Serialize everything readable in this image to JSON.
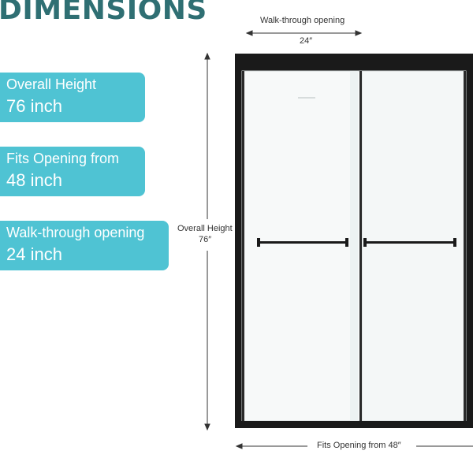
{
  "title": "DIMENSIONS",
  "badges": [
    {
      "label": "Overall Height",
      "value": "76 inch"
    },
    {
      "label": "Fits Opening from",
      "value": "48 inch"
    },
    {
      "label": "Walk-through opening",
      "value": "24 inch"
    }
  ],
  "dims": {
    "walk_label": "Walk-through opening",
    "walk_value": "24″",
    "oh_label": "Overall Height",
    "oh_value": "76″",
    "fits_label": "Fits Opening from  48″"
  },
  "colors": {
    "title": "#2f6f73",
    "badge": "#4fc3d3",
    "frame": "#1a1a1a",
    "glass": "#f7f9f9"
  }
}
